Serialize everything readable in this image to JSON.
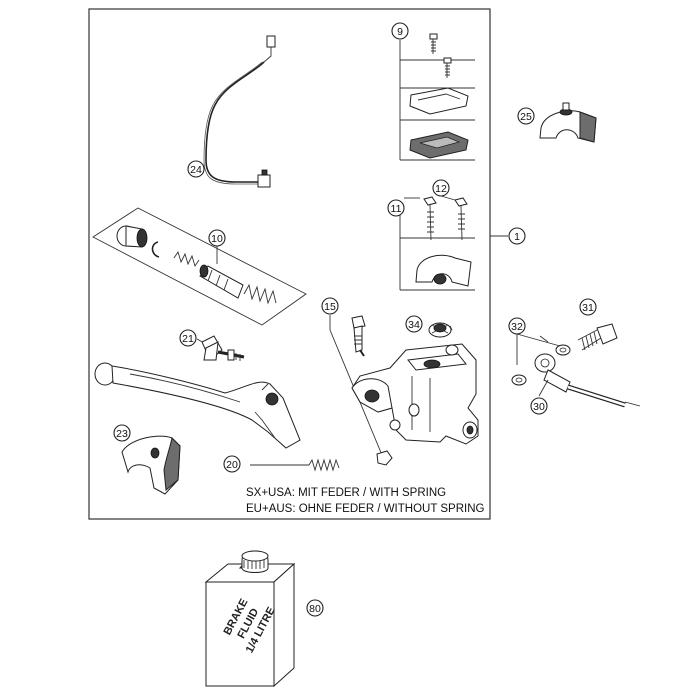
{
  "callouts": {
    "c1": "1",
    "c9": "9",
    "c10": "10",
    "c11": "11",
    "c12": "12",
    "c15": "15",
    "c20": "20",
    "c21": "21",
    "c23": "23",
    "c24": "24",
    "c25": "25",
    "c30": "30",
    "c31": "31",
    "c32": "32",
    "c34": "34",
    "c80": "80"
  },
  "notes": {
    "line1": "SX+USA:  MIT FEDER / WITH SPRING",
    "line2": "EU+AUS:  OHNE FEDER / WITHOUT SPRING"
  },
  "fluid_label": {
    "line1": "BRAKE",
    "line2": "FLUID",
    "line3": "1/4 LITRE"
  }
}
